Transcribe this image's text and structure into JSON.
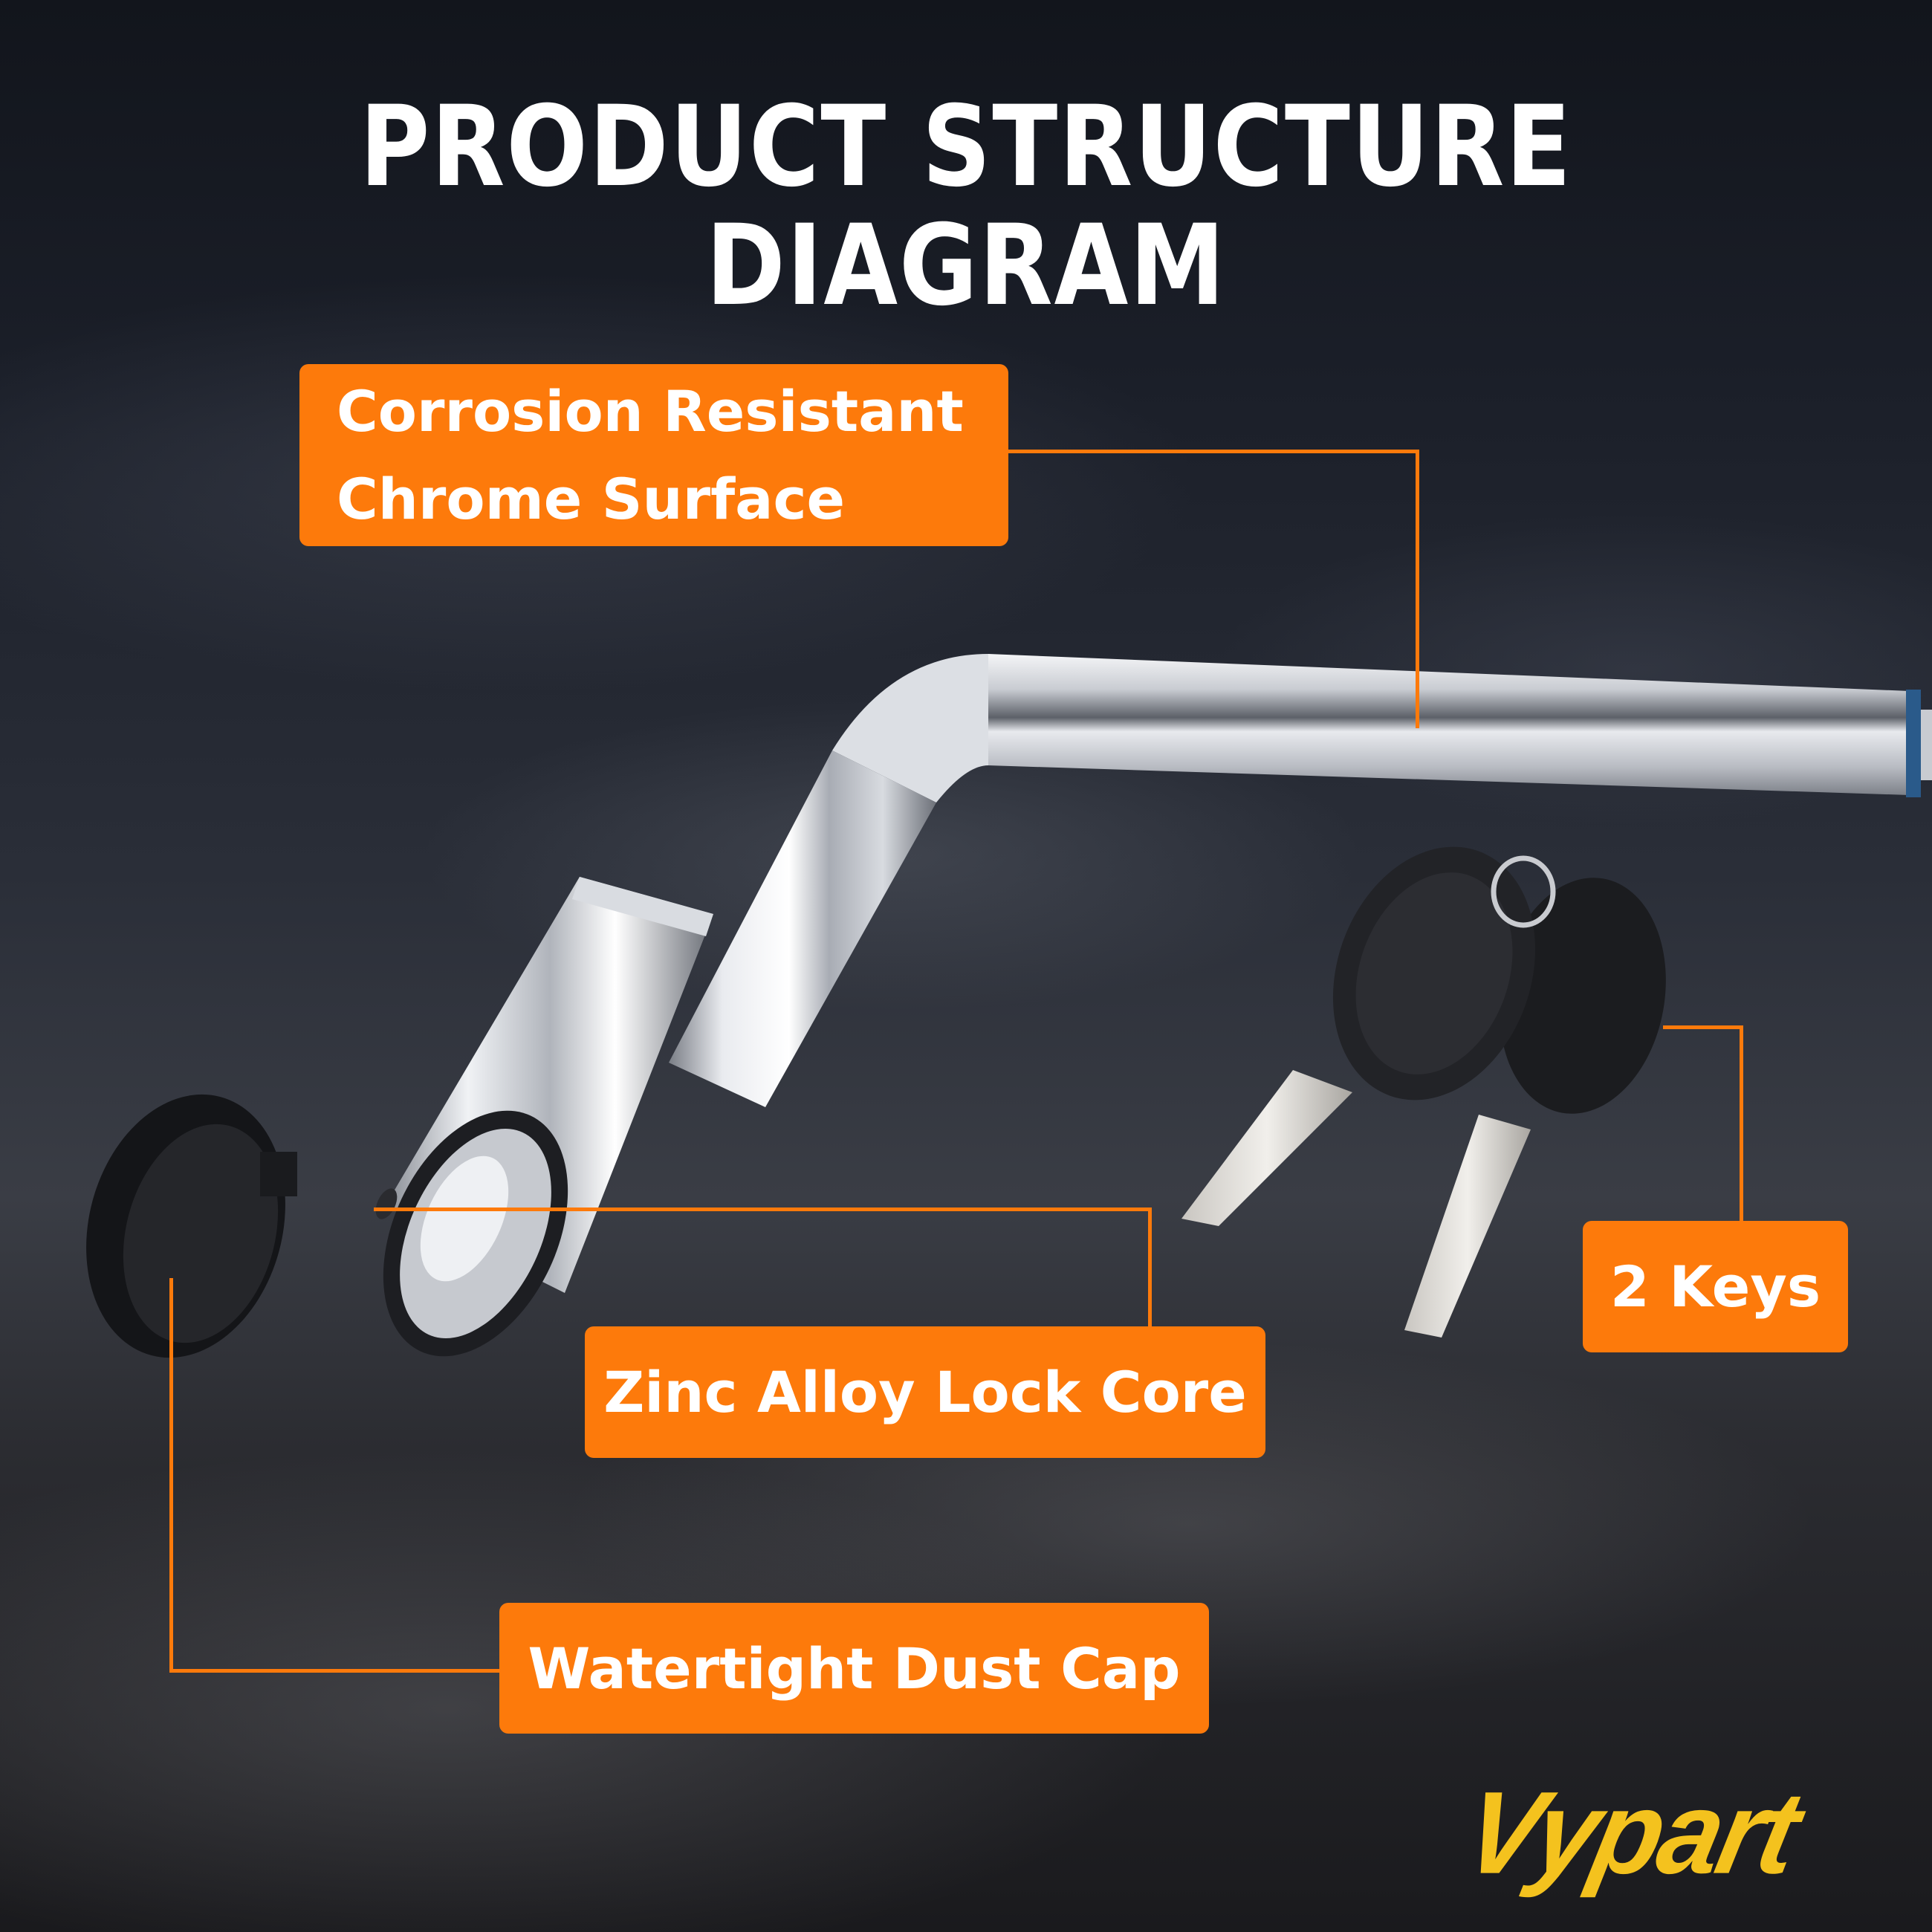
{
  "title": "PRODUCT STRUCTURE DIAGRAM",
  "callouts": {
    "chrome": {
      "line1": "Corrosion Resistant",
      "line2": "Chrome Surface"
    },
    "keys": {
      "label": "2 Keys"
    },
    "core": {
      "label": "Zinc Alloy Lock Core"
    },
    "cap": {
      "label": "Watertight Dust Cap"
    }
  },
  "brand": {
    "logo_text": "Vypart"
  },
  "colors": {
    "callout_bg": "#fd7a0b",
    "callout_text": "#ffffff",
    "logo": "#f4c21e",
    "title": "#ffffff"
  }
}
